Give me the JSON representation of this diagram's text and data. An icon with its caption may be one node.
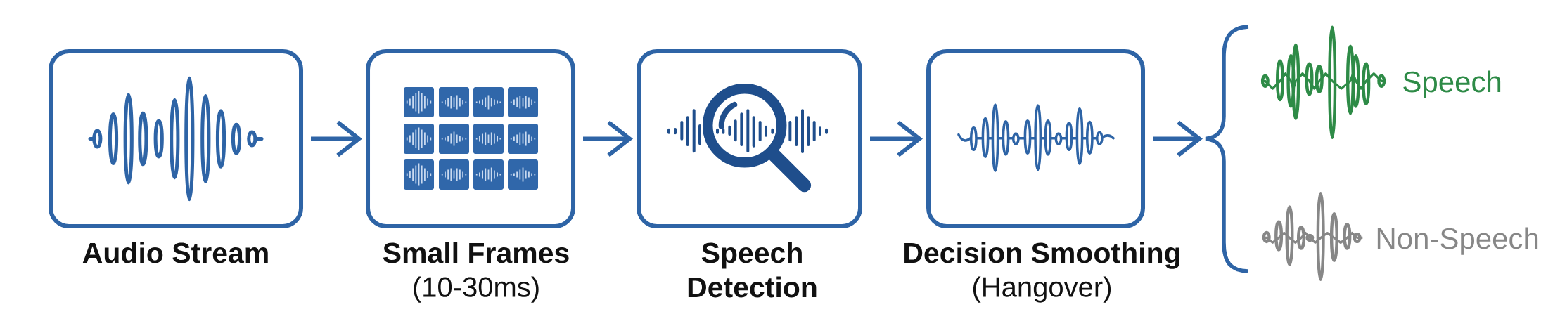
{
  "diagram": {
    "nodes": [
      {
        "text": [
          "Audio Stream"
        ]
      },
      {
        "text": [
          "Small Frames",
          "(10-30ms)"
        ]
      },
      {
        "text": [
          "Speech Detection"
        ]
      },
      {
        "text": [
          "Decision Smoothing",
          "(Hangover)"
        ]
      },
      {
        "text": [],
        "shape": "brace"
      },
      {
        "text": [
          "Speech"
        ]
      },
      {
        "text": [
          "Non-Speech"
        ]
      }
    ],
    "edges": [
      {
        "from": 0,
        "to": 1,
        "arrow": "to"
      },
      {
        "from": 1,
        "to": 2,
        "arrow": "to"
      },
      {
        "from": 2,
        "to": 3,
        "arrow": "to"
      },
      {
        "from": 3,
        "to": 4,
        "arrow": "to"
      }
    ]
  }
}
